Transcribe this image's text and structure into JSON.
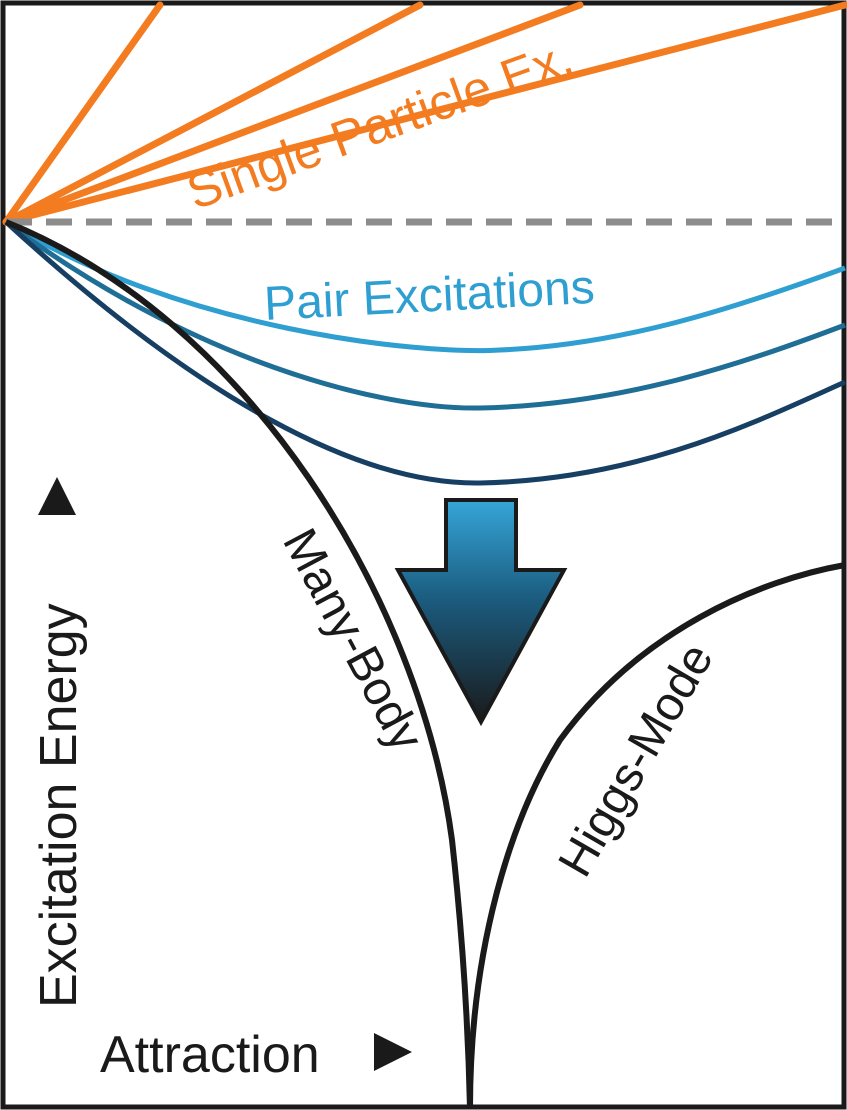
{
  "labels": {
    "single_particle": "Single Particle Ex.",
    "pair_excitations": "Pair Excitations",
    "many_body": "Many-Body",
    "higgs_mode": "Higgs-Mode",
    "y_axis": "Excitation Energy",
    "x_axis": "Attraction"
  },
  "colors": {
    "single_particle": "#f47c20",
    "threshold_dashed": "#8c8c8c",
    "pair_light": "#2e9fd0",
    "pair_mid": "#1f6e96",
    "pair_dark": "#163f63",
    "many_body": "#1a1a1a",
    "higgs_mode": "#1a1a1a",
    "arrow_top": "#35a6d8",
    "arrow_bottom": "#1a1a1a",
    "frame": "#1a1a1a"
  },
  "icons": {
    "y_axis_arrow": "triangle-up-icon",
    "x_axis_arrow": "triangle-right-icon",
    "downward_arrow": "arrow-down-icon"
  }
}
